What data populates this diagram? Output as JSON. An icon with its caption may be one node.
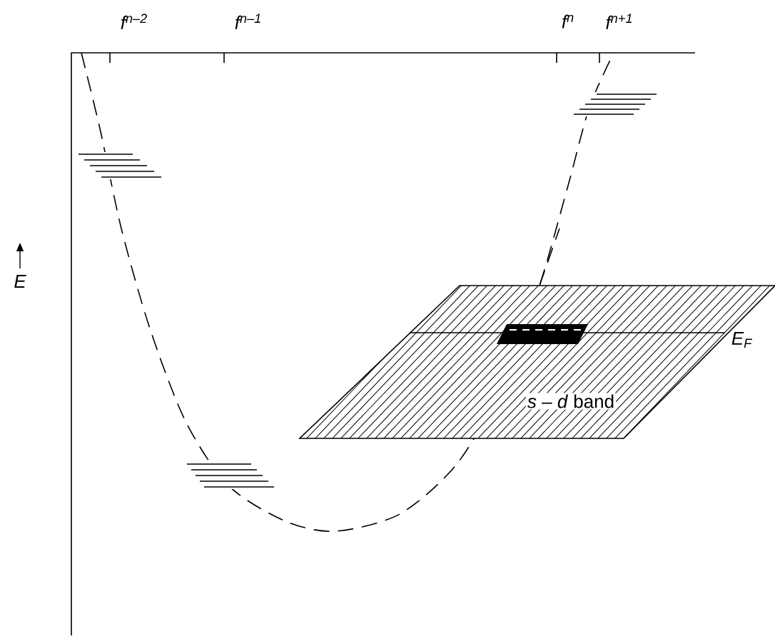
{
  "diagram": {
    "nodes": [
      {
        "text": [
          "*s* – *d* band"
        ],
        "beside": [
          "E$_{F}$"
        ]
      }
    ],
    "labels": [
      "f$^{n–2}$",
      "f$^{n–1}$",
      "f$^{n}$",
      "f$^{n+1}$",
      "E"
    ]
  }
}
